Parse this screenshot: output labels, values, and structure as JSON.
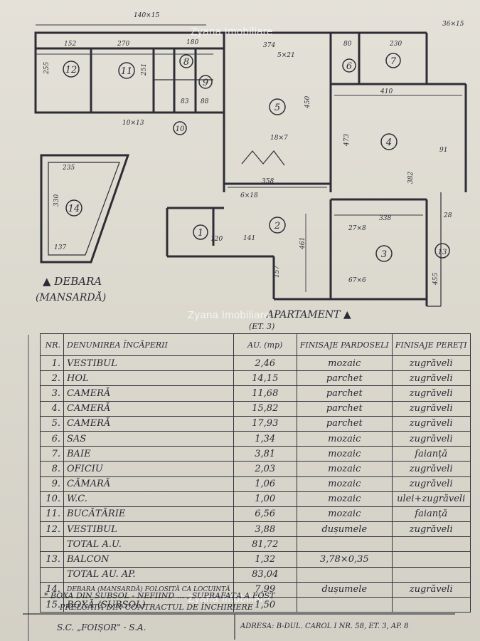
{
  "watermark": "Zyana Imobiliare",
  "plan": {
    "rooms": [
      "1",
      "2",
      "3",
      "4",
      "5",
      "6",
      "7",
      "8",
      "9",
      "10",
      "11",
      "12",
      "13",
      "14"
    ],
    "dims": {
      "d140x15": "140×15",
      "d152": "152",
      "d270": "270",
      "d180": "180",
      "d374": "374",
      "d5x21": "5×21",
      "d80": "80",
      "d230": "230",
      "d36x15": "36×15",
      "d255": "255",
      "d251": "251",
      "d83": "83",
      "d88": "88",
      "d10x13": "10×13",
      "d410": "410",
      "d450": "450",
      "d18x7": "18×7",
      "d358": "358",
      "d6x18": "6×18",
      "d91": "91",
      "d473": "473",
      "d382": "382",
      "d338": "338",
      "d27x8": "27×8",
      "d141": "141",
      "d120": "120",
      "d461": "461",
      "d157": "157",
      "d67x6": "67×6",
      "d455": "455",
      "d28": "28",
      "d235": "235",
      "d137": "137",
      "d330": "330"
    },
    "debara_label": "▲ DEBARA",
    "mansarda_label": "(MANSARDĂ)",
    "apartment_label": "APARTAMENT ▲",
    "floor_label": "(ET. 3)"
  },
  "table": {
    "headers": [
      "NR.",
      "DENUMIREA ÎNCĂPERII",
      "AU. (mp)",
      "FINISAJE PARDOSELI",
      "FINISAJE PEREȚI"
    ],
    "rows": [
      {
        "nr": "1.",
        "name": "VESTIBUL",
        "area": "2,46",
        "floor": "mozaic",
        "walls": "zugrăveli"
      },
      {
        "nr": "2.",
        "name": "HOL",
        "area": "14,15",
        "floor": "parchet",
        "walls": "zugrăveli"
      },
      {
        "nr": "3.",
        "name": "CAMERĂ",
        "area": "11,68",
        "floor": "parchet",
        "walls": "zugrăveli"
      },
      {
        "nr": "4.",
        "name": "CAMERĂ",
        "area": "15,82",
        "floor": "parchet",
        "walls": "zugrăveli"
      },
      {
        "nr": "5.",
        "name": "CAMERĂ",
        "area": "17,93",
        "floor": "parchet",
        "walls": "zugrăveli"
      },
      {
        "nr": "6.",
        "name": "SAS",
        "area": "1,34",
        "floor": "mozaic",
        "walls": "zugrăveli"
      },
      {
        "nr": "7.",
        "name": "BAIE",
        "area": "3,81",
        "floor": "mozaic",
        "walls": "faianță"
      },
      {
        "nr": "8.",
        "name": "OFICIU",
        "area": "2,03",
        "floor": "mozaic",
        "walls": "zugrăveli"
      },
      {
        "nr": "9.",
        "name": "CĂMARĂ",
        "area": "1,06",
        "floor": "mozaic",
        "walls": "zugrăveli"
      },
      {
        "nr": "10.",
        "name": "W.C.",
        "area": "1,00",
        "floor": "mozaic",
        "walls": "ulei+zugrăveli"
      },
      {
        "nr": "11.",
        "name": "BUCĂTĂRIE",
        "area": "6,56",
        "floor": "mozaic",
        "walls": "faianță"
      },
      {
        "nr": "12.",
        "name": "VESTIBUL",
        "area": "3,88",
        "floor": "dușumele",
        "walls": "zugrăveli"
      },
      {
        "nr": "",
        "name": "TOTAL A.U.",
        "area": "81,72",
        "floor": "",
        "walls": ""
      },
      {
        "nr": "13.",
        "name": "BALCON",
        "area": "1,32",
        "floor": "3,78×0,35",
        "walls": ""
      },
      {
        "nr": "",
        "name": "TOTAL AU. AP.",
        "area": "83,04",
        "floor": "",
        "walls": ""
      },
      {
        "nr": "14.",
        "name": "DEBARA (MANSARDĂ) FOLOSITĂ CA LOCUINȚĂ",
        "area": "7,99",
        "floor": "dușumele",
        "walls": "zugrăveli"
      },
      {
        "nr": "15.",
        "name": "BOXĂ (SUBSOL)",
        "area": "1,50",
        "floor": "",
        "walls": ""
      }
    ]
  },
  "note_line1": "* BOXA DIN SUBSOL - NEFIIND ... , SUPRAFAȚA A FOST",
  "note_line2": "PRELUATĂ DIN CONTRACTUL DE ÎNCHIRIERE",
  "footer_company": "S.C. „FOIȘOR\" - S.A.",
  "footer_address": "ADRESA: B-DUL. CAROL I NR. 58, ET. 3, AP. 8"
}
